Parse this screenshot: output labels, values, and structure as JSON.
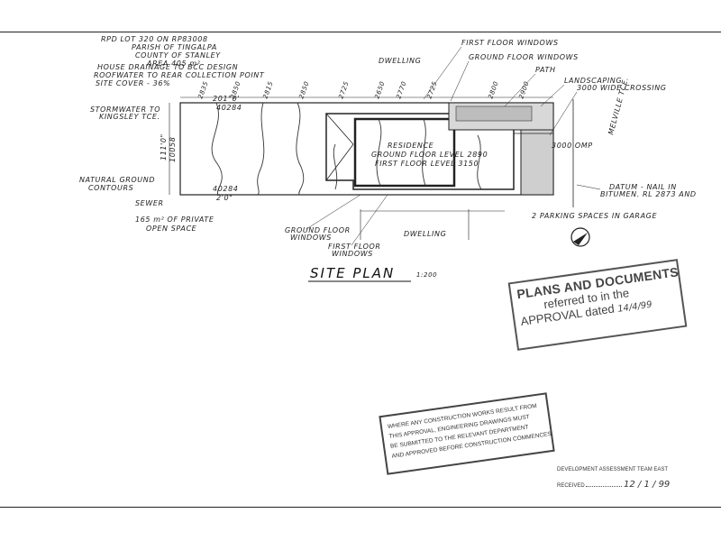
{
  "notes": {
    "line1": "RPD LOT 320 ON RP83008",
    "line2": "PARISH OF TINGALPA",
    "line3": "COUNTY OF STANLEY",
    "line4": "AREA 405 m²",
    "line5": "HOUSE DRAINAGE TO BCC DESIGN",
    "line6": "ROOFWATER TO REAR COLLECTION POINT",
    "line7": "SITE COVER - 36%"
  },
  "labels": {
    "first_floor_windows_top": "FIRST FLOOR WINDOWS",
    "dwelling_top": "DWELLING",
    "ground_floor_windows_top": "GROUND FLOOR WINDOWS",
    "path": "PATH",
    "landscaping": "LANDSCAPING",
    "crossing": "3000 WIDE CROSSING",
    "stormwater_1": "STORMWATER TO",
    "stormwater_2": "KINGSLEY TCE.",
    "melville": "MELVILLE TCE.",
    "omp": "3000 OMP",
    "residence": "RESIDENCE",
    "ground_floor_level": "GROUND FLOOR LEVEL 2890",
    "first_floor_level": "FIRST FLOOR LEVEL 3150",
    "natural_ground_1": "NATURAL GROUND",
    "natural_ground_2": "CONTOURS",
    "sewer": "SEWER",
    "datum_1": "DATUM - NAIL IN",
    "datum_2": "BITUMEN. RL 2873 AND",
    "private_space_1": "165 m² OF PRIVATE",
    "private_space_2": "OPEN SPACE",
    "ground_floor_windows_bottom_1": "GROUND FLOOR",
    "ground_floor_windows_bottom_2": "WINDOWS",
    "first_floor_windows_bottom_1": "FIRST FLOOR",
    "first_floor_windows_bottom_2": "WINDOWS",
    "dwelling_bottom": "DWELLING",
    "parking": "2 PARKING SPACES IN GARAGE",
    "dim_top_1": "201°0'",
    "dim_top_2": "40284",
    "dim_side_1": "111'0\"",
    "dim_side_2": "10058",
    "dim_bottom_1": "40284",
    "dim_bottom_2": "2'0\"",
    "title": "SITE PLAN",
    "scale": "1:200"
  },
  "stamp_approval": {
    "line1": "PLANS AND DOCUMENTS",
    "line2": "referred to in the",
    "line3": "APPROVAL dated",
    "date": "14/4/99"
  },
  "stamp_construction": {
    "line1": "WHERE ANY CONSTRUCTION WORKS RESULT FROM",
    "line2": "THIS APPROVAL, ENGINEERING DRAWINGS MUST",
    "line3": "BE SUBMITTED TO THE RELEVANT DEPARTMENT",
    "line4": "AND APPROVED BEFORE CONSTRUCTION COMMENCES."
  },
  "received": {
    "team": "DEVELOPMENT ASSESSMENT TEAM EAST",
    "label": "RECEIVED",
    "date": "12 / 1 / 99"
  }
}
